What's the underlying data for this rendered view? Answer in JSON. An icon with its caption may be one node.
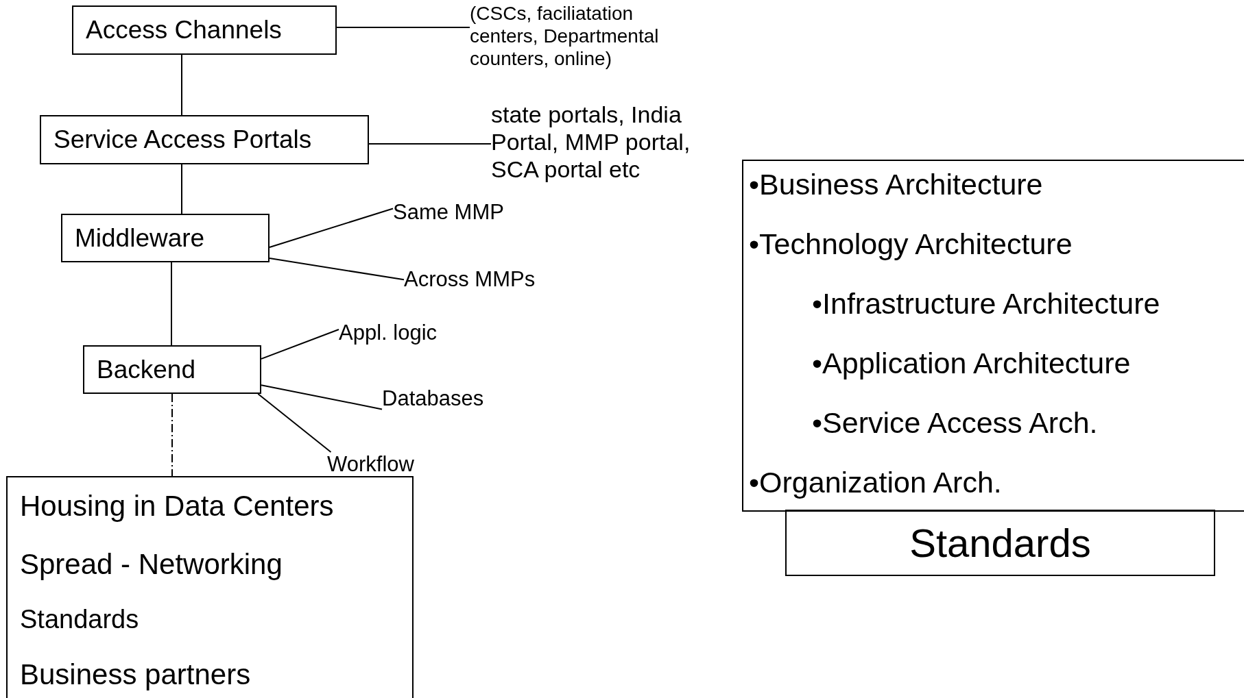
{
  "diagram": {
    "nodes": [
      {
        "text": [
          "Access Channels"
        ]
      },
      {
        "text": [
          "(CSCs, faciliatation centers, Departmental counters, online)"
        ]
      },
      {
        "text": [
          "Service Access Portals"
        ]
      },
      {
        "text": [
          "state portals, India Portal, MMP portal, SCA portal etc"
        ]
      },
      {
        "text": [
          "Middleware"
        ]
      },
      {
        "text": [
          "Same MMP"
        ]
      },
      {
        "text": [
          "Across MMPs"
        ]
      },
      {
        "text": [
          "Backend"
        ]
      },
      {
        "text": [
          "Appl. logic"
        ]
      },
      {
        "text": [
          "Databases"
        ]
      },
      {
        "text": [
          "Workflow"
        ]
      },
      {
        "text": [
          "Housing in Data Centers",
          "Spread - Networking",
          "Standards",
          "Business partners"
        ]
      },
      {
        "text": [
          "•Business Architecture",
          "•Technology Architecture",
          "•Infrastructure Architecture",
          "•Application Architecture",
          "•Service Access Arch.",
          "•Organization Arch."
        ]
      },
      {
        "text": [
          "Standards"
        ]
      }
    ],
    "edges": [
      {
        "from": 0,
        "to": 1,
        "arrow": "none"
      },
      {
        "from": 0,
        "to": 2,
        "arrow": "none"
      },
      {
        "from": 2,
        "to": 3,
        "arrow": "none"
      },
      {
        "from": 2,
        "to": 4,
        "arrow": "none"
      },
      {
        "from": 4,
        "to": 5,
        "arrow": "none"
      },
      {
        "from": 4,
        "to": 6,
        "arrow": "none"
      },
      {
        "from": 4,
        "to": 7,
        "arrow": "none"
      },
      {
        "from": 7,
        "to": 8,
        "arrow": "none"
      },
      {
        "from": 7,
        "to": 9,
        "arrow": "none"
      },
      {
        "from": 7,
        "to": 10,
        "arrow": "none"
      },
      {
        "from": 7,
        "to": 11,
        "arrow": "none",
        "style": "dashed"
      }
    ]
  }
}
